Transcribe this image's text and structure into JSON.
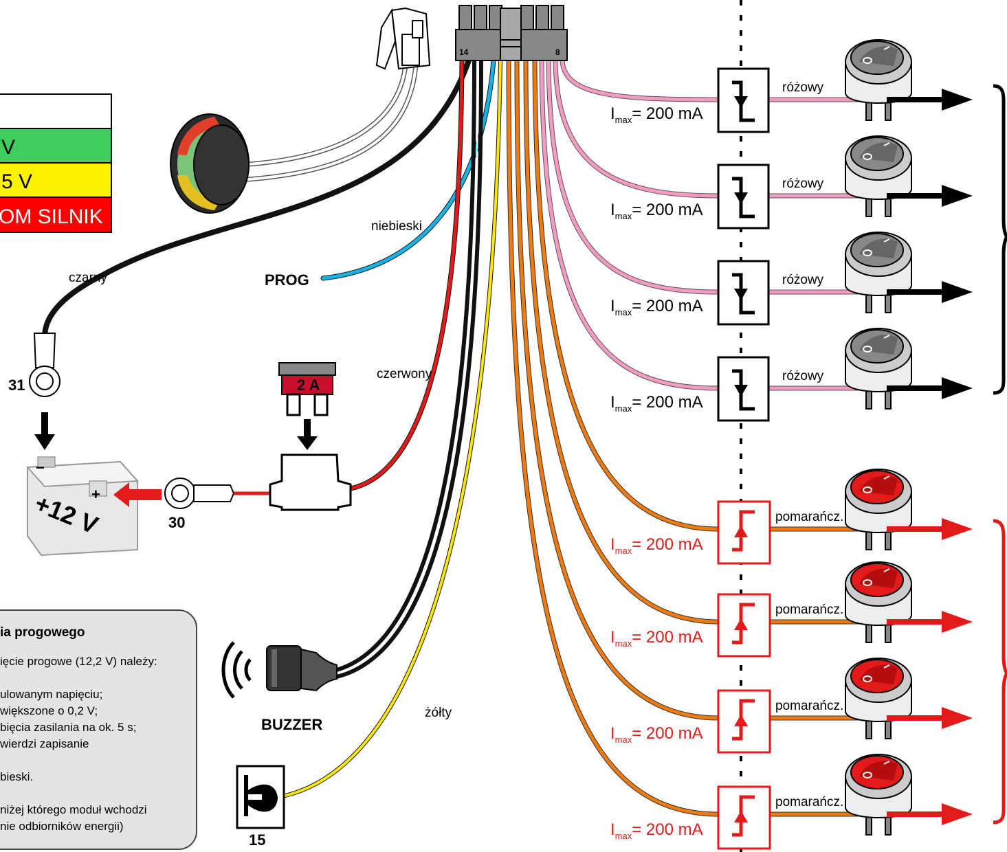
{
  "voltage_table": {
    "row_2": "V",
    "row_3": "5 V",
    "row_4": "OM SILNIK",
    "colors": [
      "#ffffff",
      "#3fce5e",
      "#fff200",
      "#ff0000"
    ]
  },
  "connector": {
    "pin_left": "14",
    "pin_right": "8"
  },
  "wires": {
    "black": "czarny",
    "blue": "niebieski",
    "red": "czerwony",
    "yellow": "żółty",
    "pink": "różowy",
    "orange": "pomarańcz.",
    "colors": {
      "black": "#111111",
      "blue": "#14b4e6",
      "red": "#e21a1a",
      "yellow": "#ffe800",
      "pink": "#f59ac2",
      "orange": "#ee7a12"
    }
  },
  "terminals": {
    "ground": "31",
    "positive": "30",
    "ignition": "15"
  },
  "battery": {
    "label": "+12 V",
    "minus": "−",
    "plus": "+"
  },
  "fuse": {
    "rating": "2 A"
  },
  "prog": {
    "label": "PROG"
  },
  "buzzer": {
    "label": "BUZZER"
  },
  "outputs": {
    "imax_prefix": "I",
    "imax_sub": "max",
    "imax_value": "= 200 mA",
    "pink_count": 4,
    "orange_count": 4
  },
  "note": {
    "title": "ia progowego",
    "lines": [
      "ięcie progowe (12,2 V) należy:",
      "",
      "ulowanym napięciu;",
      "większone o 0,2 V;",
      "bięcia zasilania na ok. 5 s;",
      "wierdzi zapisanie",
      "",
      "bieski.",
      "",
      "niżej którego moduł wchodzi",
      "nie odbiorników energii)"
    ]
  }
}
